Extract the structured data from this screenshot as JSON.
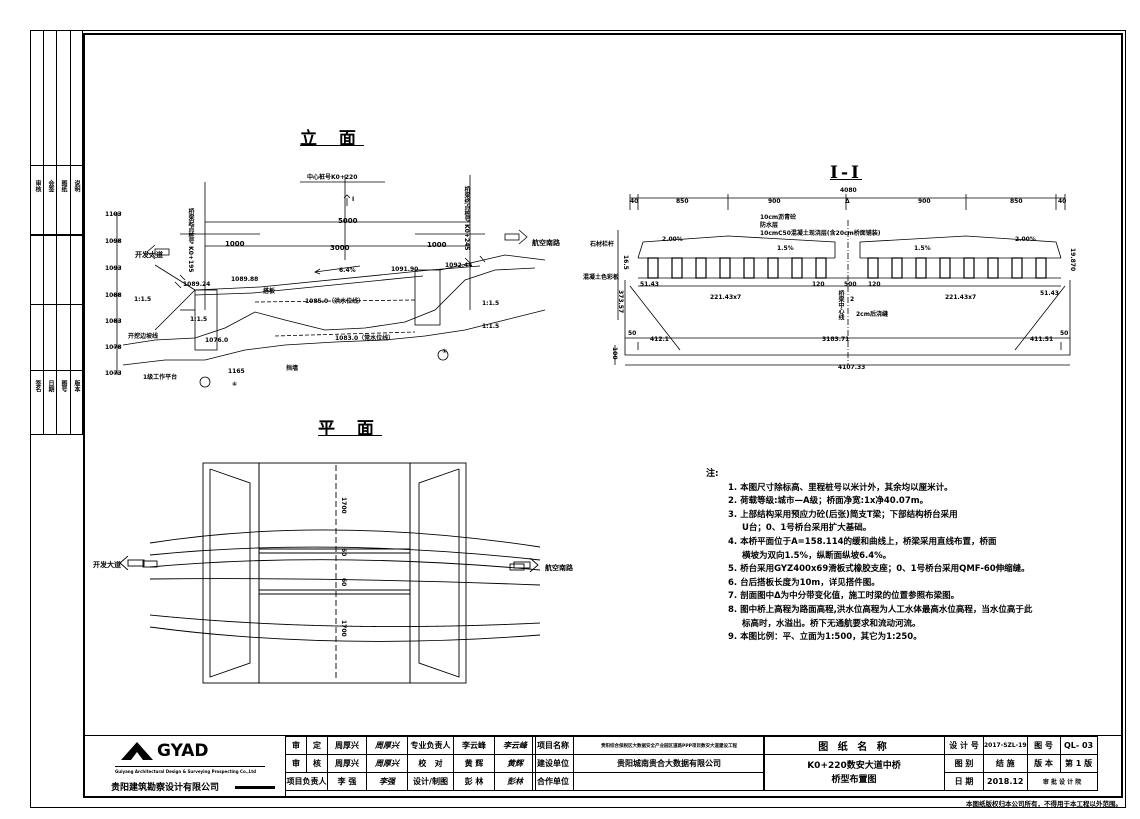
{
  "elevation": {
    "title": "立 面",
    "center_stake": "中心桩号K0+220",
    "section_mark": "I",
    "stake_left": "桥梁起点桩号 K0+195",
    "stake_right": "桥梁终点桩号 K0+245",
    "dir_left": "开发大道",
    "dir_right": "航空南路",
    "dim_total": "5000",
    "dim_left": "1000",
    "dim_mid": "3000",
    "dim_right": "1000",
    "elev_ticks": [
      "1103",
      "1098",
      "1093",
      "1088",
      "1083",
      "1078",
      "1073"
    ],
    "grade": "6.4%",
    "elev_labels": [
      "1089.24",
      "1089.88",
      "1091.90",
      "1092.44",
      "1076.0",
      "1085.0（洪水位线）",
      "1083.0（常水位线）"
    ],
    "misc_labels": [
      "1:1.5",
      "1:1.5",
      "1:1.5",
      "1:1.5",
      "1165",
      "开挖边坡线",
      "1级工作平台",
      "搭板",
      "挡墙",
      "①",
      "④"
    ]
  },
  "section": {
    "title": "I-I",
    "top_total": "4080",
    "top_dims": [
      "40",
      "850",
      "900",
      "Δ",
      "900",
      "850",
      "40"
    ],
    "layers": [
      "10cm沥青砼",
      "防水层",
      "10cmC50混凝土现浇层(含20cm桥面铺装)"
    ],
    "slope_left": "2.00%",
    "slope_mid_left": "1.5%",
    "slope_mid_right": "1.5%",
    "slope_right": "2.00%",
    "labels_left": [
      "石材栏杆",
      "混凝土色彩板"
    ],
    "beam_dims": [
      "51.43",
      "221.43x7",
      "120",
      "500",
      "120",
      "221.43x7",
      "51.43",
      "2",
      "2cm后浇缝"
    ],
    "center_label": "桥梁中心线",
    "side_left": "373.57",
    "side_right": "19.870",
    "bot_dims": [
      "50",
      "412.1",
      "3183.71",
      "411.51",
      "50"
    ],
    "bot_total": "4107.33",
    "bot_left": "100",
    "v_left": "16.5"
  },
  "plan": {
    "title": "平 面",
    "dim_top": "1700",
    "dim_mid_a": "60",
    "dim_mid_b": "60",
    "dim_bot": "1700",
    "dir_left": "开发大道",
    "dir_right": "航空南路"
  },
  "notes": {
    "heading": "注:",
    "items": [
      "1. 本图尺寸除标高、里程桩号以米计外，其余均以厘米计。",
      "2. 荷载等级:城市—A级；桥面净宽:1x净40.07m。",
      "3. 上部结构采用预应力砼(后张)简支T梁；下部结构桥台采用",
      "U台；0、1号桥台采用扩大基础。",
      "4. 本桥平面位于A=158.114的缓和曲线上，桥梁采用直线布置，桥面",
      "横坡为双向1.5%，纵断面纵坡6.4%。",
      "5. 桥台采用GYZ400x69滑板式橡胶支座；0、1号桥台采用QMF-60伸缩缝。",
      "6. 台后搭板长度为10m，详见搭件图。",
      "7. 剖面图中Δ为中分带变化值，施工时梁的位置参照布梁图。",
      "8. 图中桥上高程为路面高程,洪水位高程为人工水体最高水位高程，当水位高于此",
      "标高时，水溢出。桥下无通航要求和流动河流。",
      "9. 本图比例：平、立面为1:500，其它为1:250。"
    ]
  },
  "sidebar": {
    "top_labels": [
      "审核",
      "会签",
      "图纸",
      "说明"
    ],
    "bottom_labels": [
      "签名",
      "日期",
      "图号",
      "版本"
    ]
  },
  "title_block": {
    "logo_text": "GYAD",
    "company_en": "Guiyang Architectural Design & Surveying Prospecting Co.,Ltd",
    "company_cn": "贵阳建筑勘察设计有限公司",
    "rows": [
      [
        "审",
        "定",
        "周厚兴",
        "周厚兴",
        "专业负责人",
        "李云峰",
        "李云峰"
      ],
      [
        "审",
        "核",
        "周厚兴",
        "周厚兴",
        "校",
        "对",
        "黄 辉",
        "黄辉"
      ],
      [
        "项目负责人",
        "李 强",
        "李强",
        "设计/制图",
        "彭 林",
        "彭林"
      ]
    ],
    "project_label": "项目名称",
    "project_name": "贵阳综合保税区大数据安全产业园区道路PPP项目数安大道建设工程",
    "builder_label": "建设单位",
    "builder_name": "贵阳城南贵合大数据有限公司",
    "partner_label": "合作单位",
    "drawing_name_label": "图 纸 名 称",
    "drawing_name_1": "K0+220数安大道中桥",
    "drawing_name_2": "桥型布置图",
    "design_no_label": "设 计 号",
    "design_no": "2017-SZL-19",
    "fig_no_label": "图  号",
    "fig_no": "QL- 03",
    "stage_label": "图  别",
    "stage": "结 施",
    "version_label": "版 本",
    "version": "第 1 版",
    "date_label": "日  期",
    "date": "2018.12",
    "seal": "审 批 设 计 院",
    "copyright": "本图纸版权归本公司所有，不得用于本工程以外范围。"
  }
}
